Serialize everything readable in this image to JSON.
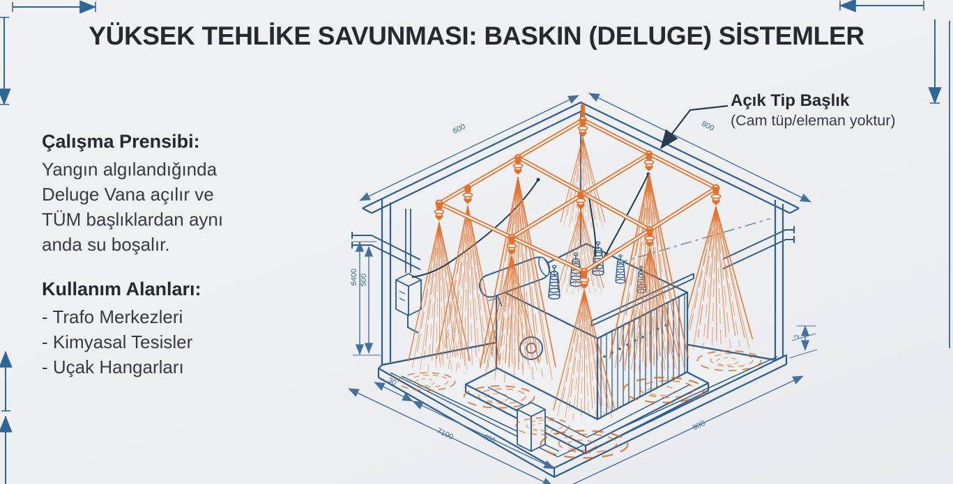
{
  "title": "YÜKSEK TEHLİKE SAVUNMASI: BASKIN (DELUGE) SİSTEMLER",
  "principle": {
    "heading": "Çalışma Prensibi:",
    "lines": [
      "Yangın algılandığında",
      "Deluge Vana açılır ve",
      "TÜM başlıklardan aynı",
      "anda su boşalır."
    ]
  },
  "usage": {
    "heading": "Kullanım Alanları:",
    "items": [
      "- Trafo Merkezleri",
      "- Kimyasal Tesisler",
      "- Uçak Hangarları"
    ]
  },
  "annotation": {
    "label": "Açık Tip Başlık",
    "note": "(Cam tüp/eleman yoktur)"
  },
  "dimensions": {
    "ceiling_left": "600",
    "ceiling_right": "800",
    "wall_height": "6400",
    "wall_inner": "500",
    "floor_offset": "30",
    "floor_left_total": "7100",
    "floor_left_inner": "400",
    "floor_right": "900",
    "slab_thickness": "2"
  },
  "colors": {
    "background": "#edeff1",
    "line_blue": "#2e5e8e",
    "dimension_blue": "#44719c",
    "pipe_orange": "#e4712b",
    "spray_orange": "#e4712b",
    "splash_orange": "#d5651f",
    "cable_dark": "#223850",
    "text_dark": "#26292e",
    "text_body": "#383b40"
  }
}
